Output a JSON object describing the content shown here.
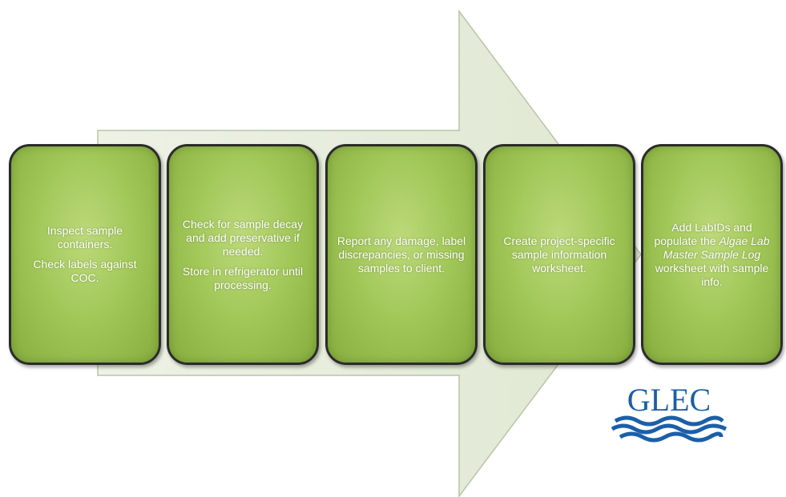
{
  "steps": [
    {
      "lines": [
        "Inspect sample containers.",
        "Check labels against COC."
      ]
    },
    {
      "lines": [
        "Check for sample decay and add preservative if needed.",
        "Store in refrigerator until processing."
      ]
    },
    {
      "lines": [
        "Report any damage, label discrepancies, or missing samples to client."
      ]
    },
    {
      "lines": [
        "Create project-specific sample information worksheet."
      ]
    },
    {
      "before": "Add LabIDs and populate the ",
      "italic": "Algae Lab Master Sample Log",
      "after": " worksheet with sample info."
    }
  ],
  "logo": {
    "text": "GLEC"
  },
  "colors": {
    "box_fill": "#a3c85a",
    "arrow_fill": "#e6edd9",
    "logo_blue": "#1a5fa8"
  }
}
